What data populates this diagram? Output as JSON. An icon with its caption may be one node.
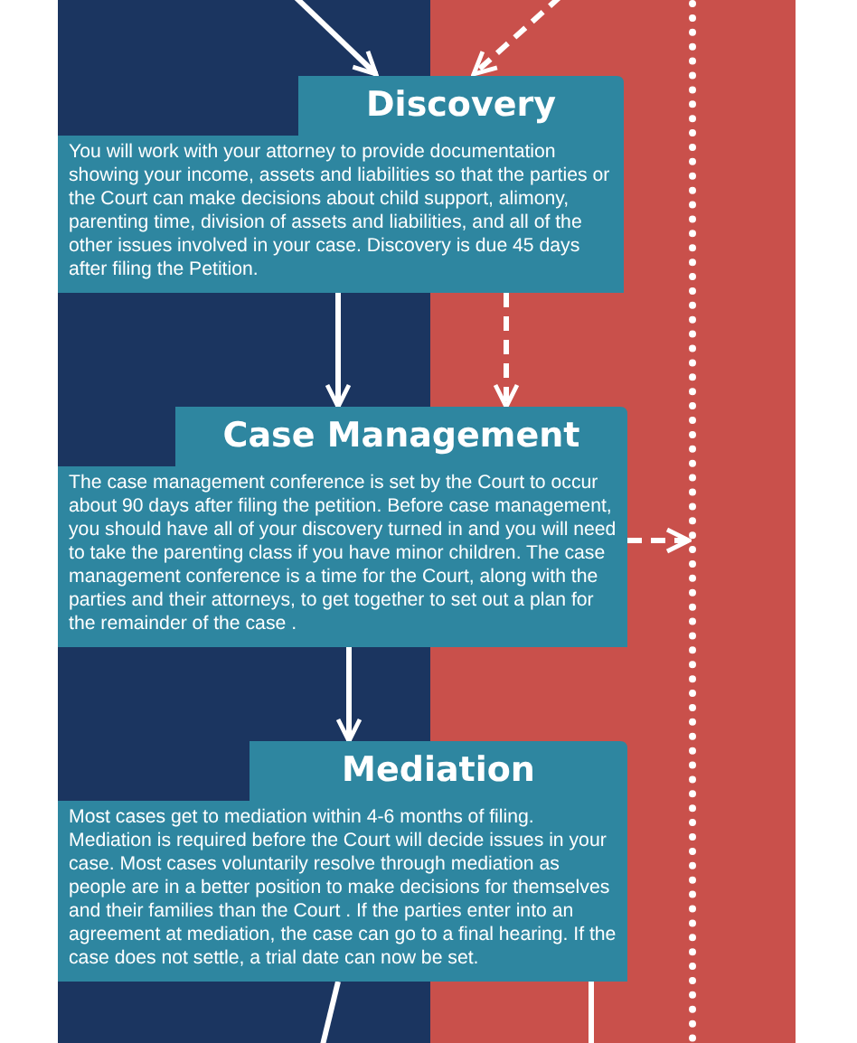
{
  "diagram": {
    "nodes": [
      {
        "text": [
          "Discovery",
          "You will work with your attorney to provide documentation showing your income, assets and liabilities so that the parties or the Court can make decisions about child support, alimony, parenting time, division of assets and liabilities, and all of the other issues involved in your case.  Discovery is due 45 days after filing the Petition."
        ]
      },
      {
        "text": [
          "Case Management",
          "The case management conference is set by the Court to occur about 90 days after filing the petition.  Before case management, you should have all of your discovery turned in and you will need to take the parenting class if you have minor children.  The case management conference is a time for the Court, along with the parties and their attorneys, to get together to set out a plan for the remainder of the case ."
        ]
      },
      {
        "text": [
          "Mediation",
          "Most cases get to mediation within 4-6 months of filing. Mediation is required before the Court will decide issues in your case.  Most cases  voluntarily resolve through mediation as people are in a better position to make decisions for themselves and their families than the Court . If the parties enter into an agreement at mediation, the case can go to a final hearing.  If the case does not settle, a trial date can now be set."
        ]
      },
      {
        "text": [],
        "shape": "line"
      }
    ],
    "edges": [
      {
        "from": null,
        "to": 0,
        "arrow": "to"
      },
      {
        "from": null,
        "to": 0,
        "arrow": "to",
        "style": "dashed"
      },
      {
        "from": 0,
        "to": 1,
        "arrow": "to"
      },
      {
        "from": 0,
        "to": 1,
        "arrow": "to",
        "style": "dashed"
      },
      {
        "from": 1,
        "to": 3,
        "arrow": "to",
        "style": "dashed"
      },
      {
        "from": 1,
        "to": 2,
        "arrow": "to"
      },
      {
        "from": 2,
        "to": null,
        "arrow": "none"
      },
      {
        "from": 2,
        "to": null,
        "arrow": "none"
      }
    ]
  }
}
